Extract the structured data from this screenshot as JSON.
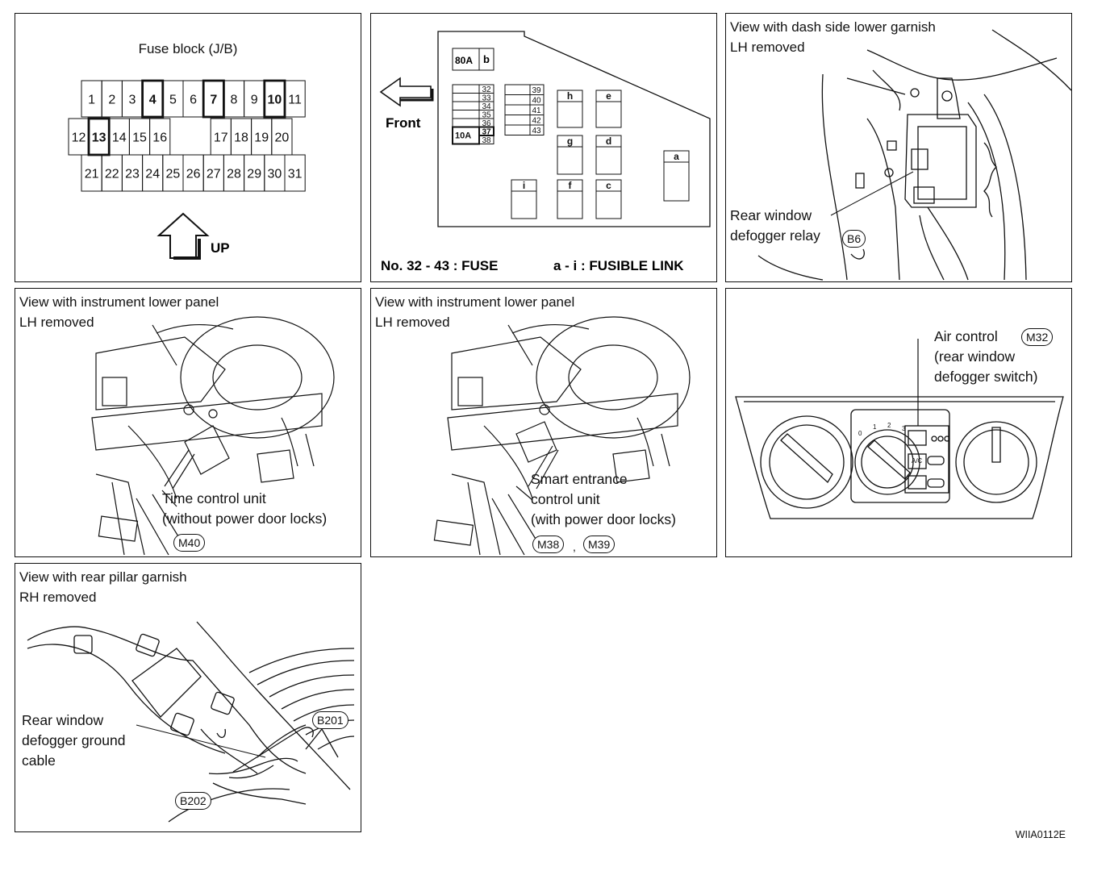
{
  "panel1": {
    "title": "Fuse block (J/B)",
    "row1": [
      "1",
      "2",
      "3",
      "4",
      "5",
      "6",
      "7",
      "8",
      "9",
      "10",
      "11"
    ],
    "row2": [
      "12",
      "13",
      "14",
      "15",
      "16",
      "",
      "",
      "17",
      "18",
      "19",
      "20"
    ],
    "row3": [
      "21",
      "22",
      "23",
      "24",
      "25",
      "26",
      "27",
      "28",
      "29",
      "30",
      "31"
    ],
    "bold_fuses": [
      "4",
      "7",
      "10",
      "13"
    ],
    "up_label": "UP"
  },
  "panel2": {
    "front_label": "Front",
    "block_80a": "80A",
    "block_b": "b",
    "fuses_left": [
      "32",
      "33",
      "34",
      "35",
      "36",
      "37",
      "38"
    ],
    "fuse_10a": "10A",
    "fuses_right": [
      "39",
      "40",
      "41",
      "42",
      "43"
    ],
    "links": [
      "h",
      "e",
      "g",
      "d",
      "a",
      "i",
      "f",
      "c"
    ],
    "legend_fuse": "No. 32 - 43 : FUSE",
    "legend_link": "a - i : FUSIBLE LINK"
  },
  "panel3": {
    "title": "View with dash side lower garnish\nLH removed",
    "label": "Rear window\ndefogger relay",
    "connector": "B6"
  },
  "panel4": {
    "title": "View with instrument lower panel\nLH removed",
    "label": "Time control unit\n(without power door locks)",
    "connector": "M40"
  },
  "panel5": {
    "title": "View with instrument lower panel\nLH removed",
    "label": "Smart entrance\ncontrol unit\n(with power door locks)",
    "connectors": [
      "M38",
      "M39"
    ],
    "separator": ","
  },
  "panel6": {
    "label": "Air control",
    "sublabel": "(rear window\ndefogger switch)",
    "connector": "M32"
  },
  "panel7": {
    "title": "View with rear pillar garnish\nRH removed",
    "label": "Rear window\ndefogger ground\ncable",
    "connectors": [
      "B201",
      "B202"
    ]
  },
  "footer_code": "WIIA0112E"
}
